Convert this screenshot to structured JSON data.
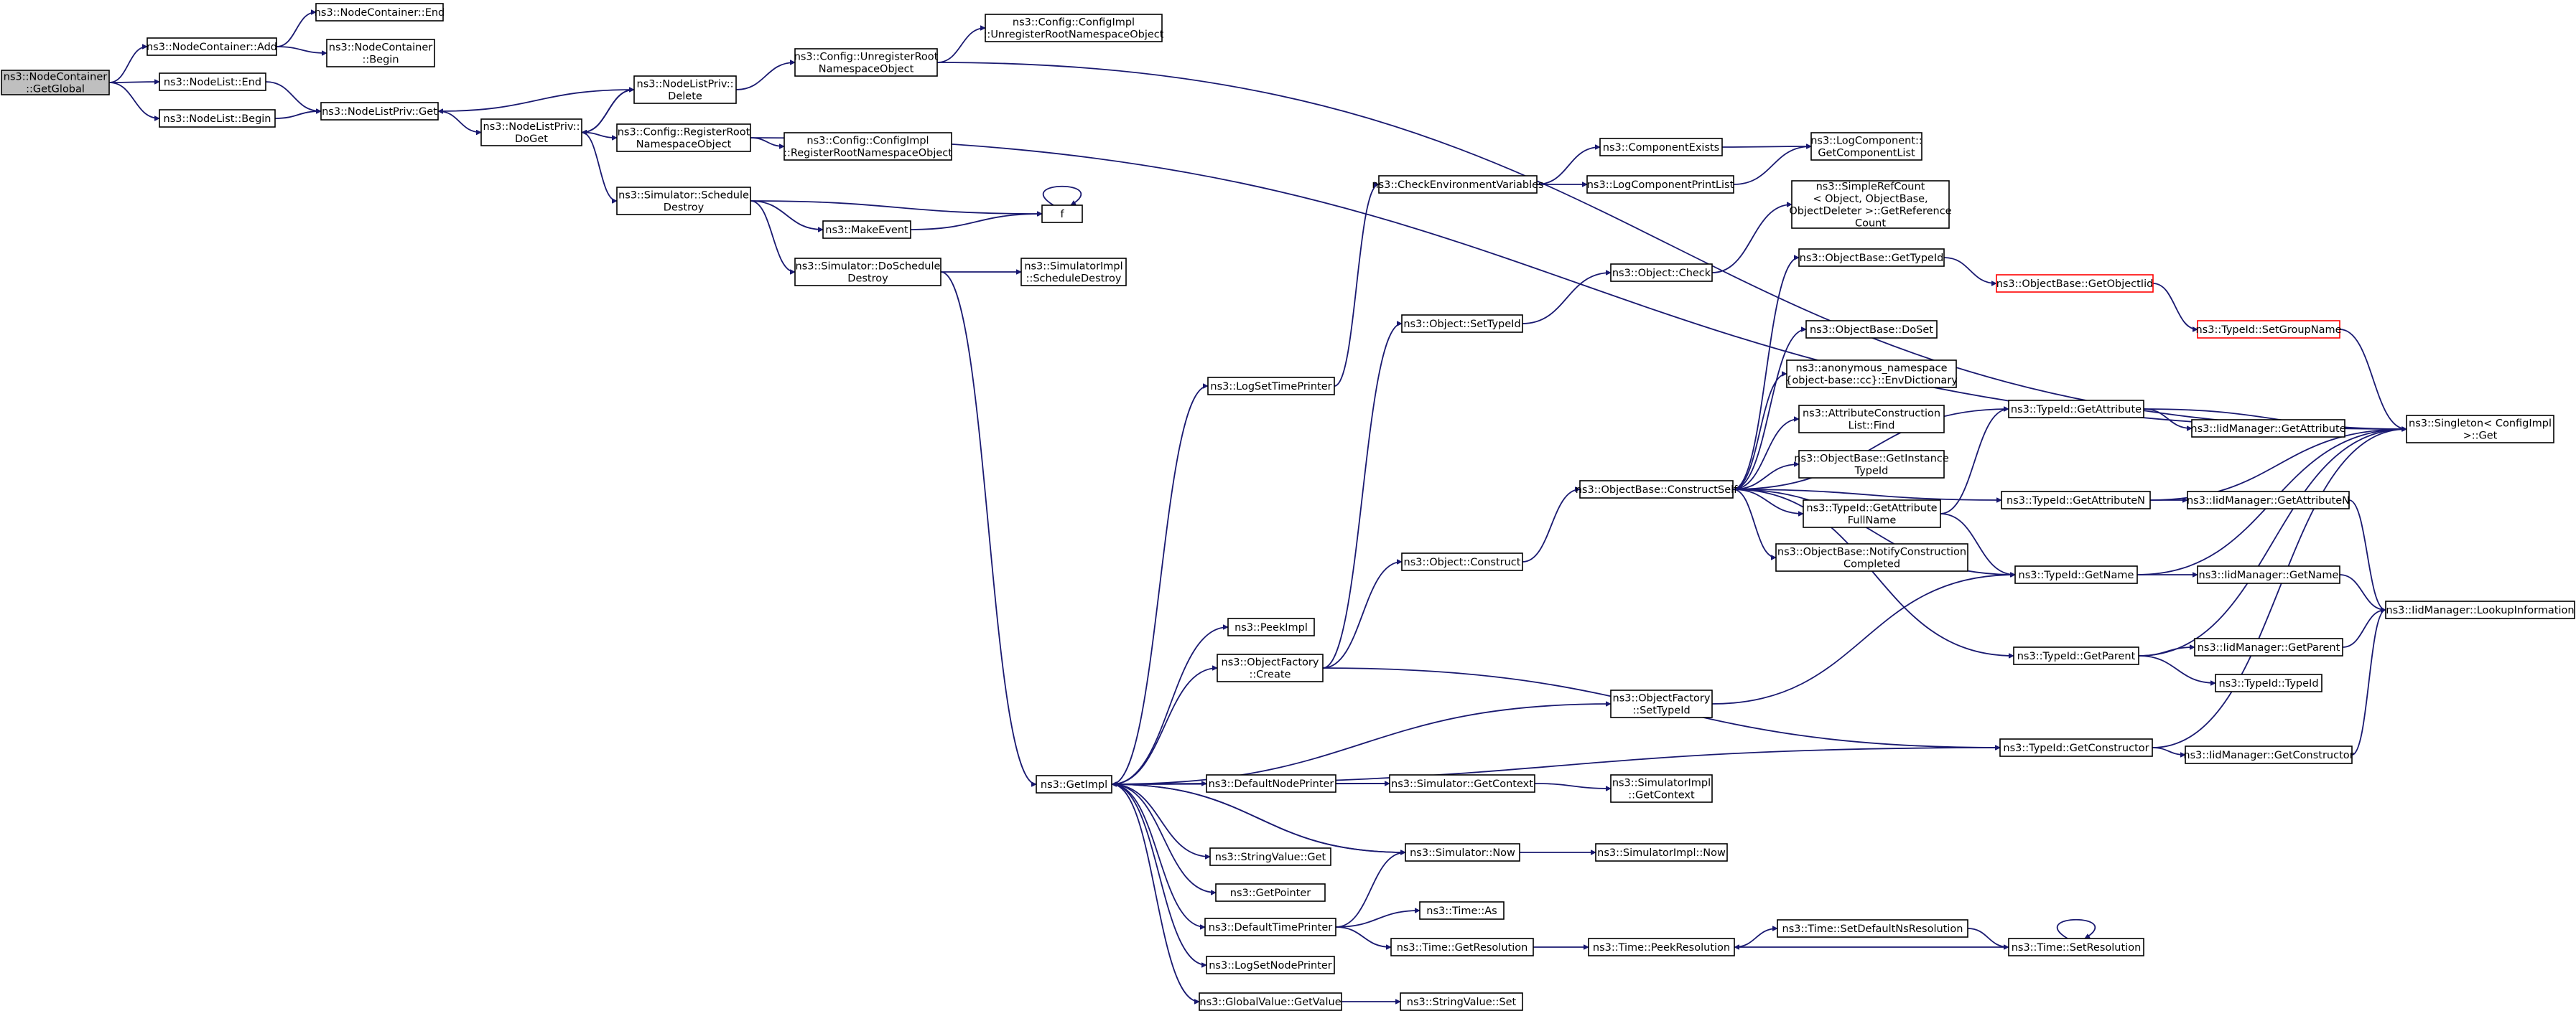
{
  "nodes": [
    {
      "id": "getglobal",
      "lines": [
        "ns3::NodeContainer",
        "::GetGlobal"
      ],
      "style": "root"
    },
    {
      "id": "nc_add",
      "lines": [
        "ns3::NodeContainer::Add"
      ],
      "style": "normal"
    },
    {
      "id": "nc_end",
      "lines": [
        "ns3::NodeContainer::End"
      ],
      "style": "normal"
    },
    {
      "id": "nc_begin",
      "lines": [
        "ns3::NodeContainer",
        "::Begin"
      ],
      "style": "normal"
    },
    {
      "id": "nl_end",
      "lines": [
        "ns3::NodeList::End"
      ],
      "style": "normal"
    },
    {
      "id": "nl_begin",
      "lines": [
        "ns3::NodeList::Begin"
      ],
      "style": "normal"
    },
    {
      "id": "nlp_get",
      "lines": [
        "ns3::NodeListPriv::Get"
      ],
      "style": "normal"
    },
    {
      "id": "nlp_delete",
      "lines": [
        "ns3::NodeListPriv::",
        "Delete"
      ],
      "style": "normal"
    },
    {
      "id": "nlp_doget",
      "lines": [
        "ns3::NodeListPriv::",
        "DoGet"
      ],
      "style": "normal"
    },
    {
      "id": "cfg_unreg",
      "lines": [
        "ns3::Config::UnregisterRoot",
        "NamespaceObject"
      ],
      "style": "normal"
    },
    {
      "id": "cfgimpl_unreg",
      "lines": [
        "ns3::Config::ConfigImpl",
        "::UnregisterRootNamespaceObject"
      ],
      "style": "normal"
    },
    {
      "id": "cfg_reg",
      "lines": [
        "ns3::Config::RegisterRoot",
        "NamespaceObject"
      ],
      "style": "normal"
    },
    {
      "id": "cfgimpl_reg",
      "lines": [
        "ns3::Config::ConfigImpl",
        "::RegisterRootNamespaceObject"
      ],
      "style": "normal"
    },
    {
      "id": "sim_schedule",
      "lines": [
        "ns3::Simulator::Schedule",
        "Destroy"
      ],
      "style": "normal"
    },
    {
      "id": "f",
      "lines": [
        "f"
      ],
      "style": "normal"
    },
    {
      "id": "makeevent",
      "lines": [
        "ns3::MakeEvent"
      ],
      "style": "normal"
    },
    {
      "id": "sim_doschedule",
      "lines": [
        "ns3::Simulator::DoSchedule",
        "Destroy"
      ],
      "style": "normal"
    },
    {
      "id": "simimpl_sched",
      "lines": [
        "ns3::SimulatorImpl",
        "::ScheduleDestroy"
      ],
      "style": "normal"
    },
    {
      "id": "checkenv",
      "lines": [
        "ns3::CheckEnvironmentVariables"
      ],
      "style": "normal"
    },
    {
      "id": "compexists",
      "lines": [
        "ns3::ComponentExists"
      ],
      "style": "normal"
    },
    {
      "id": "logcomplist",
      "lines": [
        "ns3::LogComponent::",
        "GetComponentList"
      ],
      "style": "normal"
    },
    {
      "id": "logcompprint",
      "lines": [
        "ns3::LogComponentPrintList"
      ],
      "style": "normal"
    },
    {
      "id": "simplerefcount",
      "lines": [
        "ns3::SimpleRefCount",
        "< Object, ObjectBase,",
        "ObjectDeleter >::GetReference",
        "Count"
      ],
      "style": "normal"
    },
    {
      "id": "obj_check",
      "lines": [
        "ns3::Object::Check"
      ],
      "style": "normal"
    },
    {
      "id": "ob_gettypeid",
      "lines": [
        "ns3::ObjectBase::GetTypeId"
      ],
      "style": "normal"
    },
    {
      "id": "ob_getobjectiid",
      "lines": [
        "ns3::ObjectBase::GetObjectIid"
      ],
      "style": "red"
    },
    {
      "id": "tid_setgroup",
      "lines": [
        "ns3::TypeId::SetGroupName"
      ],
      "style": "red"
    },
    {
      "id": "obj_settypeid",
      "lines": [
        "ns3::Object::SetTypeId"
      ],
      "style": "normal"
    },
    {
      "id": "ob_doset",
      "lines": [
        "ns3::ObjectBase::DoSet"
      ],
      "style": "normal"
    },
    {
      "id": "envdict",
      "lines": [
        "ns3::anonymous_namespace",
        "{object-base::cc}::EnvDictionary"
      ],
      "style": "normal"
    },
    {
      "id": "logsettime",
      "lines": [
        "ns3::LogSetTimePrinter"
      ],
      "style": "normal"
    },
    {
      "id": "attrconst",
      "lines": [
        "ns3::AttributeConstruction",
        "List::Find"
      ],
      "style": "normal"
    },
    {
      "id": "tid_getattr",
      "lines": [
        "ns3::TypeId::GetAttribute"
      ],
      "style": "normal"
    },
    {
      "id": "singleton",
      "lines": [
        "ns3::Singleton< ConfigImpl",
        ">::Get"
      ],
      "style": "normal"
    },
    {
      "id": "iid_getattr",
      "lines": [
        "ns3::IidManager::GetAttribute"
      ],
      "style": "normal"
    },
    {
      "id": "ob_getinst",
      "lines": [
        "ns3::ObjectBase::GetInstance",
        "TypeId"
      ],
      "style": "normal"
    },
    {
      "id": "ob_construct",
      "lines": [
        "ns3::ObjectBase::ConstructSelf"
      ],
      "style": "normal"
    },
    {
      "id": "tid_getattrfull",
      "lines": [
        "ns3::TypeId::GetAttribute",
        "FullName"
      ],
      "style": "normal"
    },
    {
      "id": "tid_getattrn",
      "lines": [
        "ns3::TypeId::GetAttributeN"
      ],
      "style": "normal"
    },
    {
      "id": "iid_getattrn",
      "lines": [
        "ns3::IidManager::GetAttributeN"
      ],
      "style": "normal"
    },
    {
      "id": "obj_construct",
      "lines": [
        "ns3::Object::Construct"
      ],
      "style": "normal"
    },
    {
      "id": "ob_notify",
      "lines": [
        "ns3::ObjectBase::NotifyConstruction",
        "Completed"
      ],
      "style": "normal"
    },
    {
      "id": "tid_getname",
      "lines": [
        "ns3::TypeId::GetName"
      ],
      "style": "normal"
    },
    {
      "id": "iid_getname",
      "lines": [
        "ns3::IidManager::GetName"
      ],
      "style": "normal"
    },
    {
      "id": "iid_lookup",
      "lines": [
        "ns3::IidManager::LookupInformation"
      ],
      "style": "normal"
    },
    {
      "id": "peekimpl",
      "lines": [
        "ns3::PeekImpl"
      ],
      "style": "normal"
    },
    {
      "id": "objfactory_create",
      "lines": [
        "ns3::ObjectFactory",
        "::Create"
      ],
      "style": "normal"
    },
    {
      "id": "tid_getparent",
      "lines": [
        "ns3::TypeId::GetParent"
      ],
      "style": "normal"
    },
    {
      "id": "iid_getparent",
      "lines": [
        "ns3::IidManager::GetParent"
      ],
      "style": "normal"
    },
    {
      "id": "tid_typeid",
      "lines": [
        "ns3::TypeId::TypeId"
      ],
      "style": "normal"
    },
    {
      "id": "objfactory_settypeid",
      "lines": [
        "ns3::ObjectFactory",
        "::SetTypeId"
      ],
      "style": "normal"
    },
    {
      "id": "tid_getctor",
      "lines": [
        "ns3::TypeId::GetConstructor"
      ],
      "style": "normal"
    },
    {
      "id": "iid_getctor",
      "lines": [
        "ns3::IidManager::GetConstructor"
      ],
      "style": "normal"
    },
    {
      "id": "getimpl",
      "lines": [
        "ns3::GetImpl"
      ],
      "style": "normal"
    },
    {
      "id": "defnodeprinter",
      "lines": [
        "ns3::DefaultNodePrinter"
      ],
      "style": "normal"
    },
    {
      "id": "sim_getctx",
      "lines": [
        "ns3::Simulator::GetContext"
      ],
      "style": "normal"
    },
    {
      "id": "simimpl_getctx",
      "lines": [
        "ns3::SimulatorImpl",
        "::GetContext"
      ],
      "style": "normal"
    },
    {
      "id": "stringvalue_get",
      "lines": [
        "ns3::StringValue::Get"
      ],
      "style": "normal"
    },
    {
      "id": "sim_now",
      "lines": [
        "ns3::Simulator::Now"
      ],
      "style": "normal"
    },
    {
      "id": "simimpl_now",
      "lines": [
        "ns3::SimulatorImpl::Now"
      ],
      "style": "normal"
    },
    {
      "id": "getpointer",
      "lines": [
        "ns3::GetPointer"
      ],
      "style": "normal"
    },
    {
      "id": "time_as",
      "lines": [
        "ns3::Time::As"
      ],
      "style": "normal"
    },
    {
      "id": "deftimeprinter",
      "lines": [
        "ns3::DefaultTimePrinter"
      ],
      "style": "normal"
    },
    {
      "id": "time_setdefns",
      "lines": [
        "ns3::Time::SetDefaultNsResolution"
      ],
      "style": "normal"
    },
    {
      "id": "time_getres",
      "lines": [
        "ns3::Time::GetResolution"
      ],
      "style": "normal"
    },
    {
      "id": "time_peekres",
      "lines": [
        "ns3::Time::PeekResolution"
      ],
      "style": "normal"
    },
    {
      "id": "time_setres",
      "lines": [
        "ns3::Time::SetResolution"
      ],
      "style": "normal"
    },
    {
      "id": "logsetnode",
      "lines": [
        "ns3::LogSetNodePrinter"
      ],
      "style": "normal"
    },
    {
      "id": "gv_getvalue",
      "lines": [
        "ns3::GlobalValue::GetValue"
      ],
      "style": "normal"
    },
    {
      "id": "stringvalue_set",
      "lines": [
        "ns3::StringValue::Set"
      ],
      "style": "normal"
    }
  ],
  "edges": [
    [
      "getglobal",
      "nc_add"
    ],
    [
      "getglobal",
      "nl_end"
    ],
    [
      "getglobal",
      "nl_begin"
    ],
    [
      "nc_add",
      "nc_end"
    ],
    [
      "nc_add",
      "nc_begin"
    ],
    [
      "nl_end",
      "nlp_get"
    ],
    [
      "nl_begin",
      "nlp_get"
    ],
    [
      "nlp_get",
      "nlp_doget"
    ],
    [
      "nlp_delete",
      "nlp_get"
    ],
    [
      "nlp_doget",
      "nlp_delete"
    ],
    [
      "nlp_delete",
      "nlp_doget"
    ],
    [
      "nlp_delete",
      "cfg_unreg"
    ],
    [
      "cfg_unreg",
      "cfgimpl_unreg"
    ],
    [
      "cfg_unreg",
      "singleton"
    ],
    [
      "nlp_doget",
      "cfg_reg"
    ],
    [
      "cfg_reg",
      "cfgimpl_reg"
    ],
    [
      "cfg_reg",
      "singleton"
    ],
    [
      "nlp_doget",
      "sim_schedule"
    ],
    [
      "sim_schedule",
      "f"
    ],
    [
      "sim_schedule",
      "makeevent"
    ],
    [
      "sim_schedule",
      "sim_doschedule"
    ],
    [
      "makeevent",
      "f"
    ],
    [
      "f",
      "f"
    ],
    [
      "sim_doschedule",
      "simimpl_sched"
    ],
    [
      "sim_doschedule",
      "getimpl"
    ],
    [
      "getimpl",
      "logsettime"
    ],
    [
      "getimpl",
      "peekimpl"
    ],
    [
      "getimpl",
      "objfactory_create"
    ],
    [
      "getimpl",
      "defnodeprinter"
    ],
    [
      "getimpl",
      "stringvalue_get"
    ],
    [
      "getimpl",
      "getpointer"
    ],
    [
      "getimpl",
      "deftimeprinter"
    ],
    [
      "getimpl",
      "logsetnode"
    ],
    [
      "getimpl",
      "gv_getvalue"
    ],
    [
      "getimpl",
      "objfactory_settypeid"
    ],
    [
      "getimpl",
      "tid_getctor"
    ],
    [
      "getimpl",
      "sim_now"
    ],
    [
      "sim_getctx",
      "getimpl"
    ],
    [
      "sim_now",
      "getimpl"
    ],
    [
      "logsettime",
      "checkenv"
    ],
    [
      "checkenv",
      "compexists"
    ],
    [
      "checkenv",
      "logcompprint"
    ],
    [
      "compexists",
      "logcomplist"
    ],
    [
      "logcompprint",
      "logcomplist"
    ],
    [
      "objfactory_create",
      "obj_settypeid"
    ],
    [
      "objfactory_create",
      "obj_construct"
    ],
    [
      "objfactory_create",
      "tid_getctor"
    ],
    [
      "obj_settypeid",
      "obj_check"
    ],
    [
      "obj_check",
      "simplerefcount"
    ],
    [
      "obj_construct",
      "ob_construct"
    ],
    [
      "ob_construct",
      "ob_gettypeid"
    ],
    [
      "ob_construct",
      "ob_doset"
    ],
    [
      "ob_construct",
      "envdict"
    ],
    [
      "ob_construct",
      "attrconst"
    ],
    [
      "ob_construct",
      "ob_getinst"
    ],
    [
      "ob_construct",
      "tid_getattrfull"
    ],
    [
      "ob_construct",
      "ob_notify"
    ],
    [
      "ob_construct",
      "tid_getattr"
    ],
    [
      "ob_construct",
      "tid_getattrn"
    ],
    [
      "ob_construct",
      "tid_getname"
    ],
    [
      "ob_construct",
      "tid_getparent"
    ],
    [
      "ob_gettypeid",
      "ob_getobjectiid"
    ],
    [
      "ob_getobjectiid",
      "tid_setgroup"
    ],
    [
      "tid_setgroup",
      "singleton"
    ],
    [
      "tid_getattrfull",
      "tid_getattr"
    ],
    [
      "tid_getattrfull",
      "tid_getname"
    ],
    [
      "tid_getattr",
      "singleton"
    ],
    [
      "tid_getattr",
      "iid_getattr"
    ],
    [
      "tid_getattrn",
      "singleton"
    ],
    [
      "tid_getattrn",
      "iid_getattrn"
    ],
    [
      "iid_getattrn",
      "iid_lookup"
    ],
    [
      "tid_getname",
      "singleton"
    ],
    [
      "tid_getname",
      "iid_getname"
    ],
    [
      "iid_getname",
      "iid_lookup"
    ],
    [
      "tid_getparent",
      "singleton"
    ],
    [
      "tid_getparent",
      "iid_getparent"
    ],
    [
      "tid_getparent",
      "tid_typeid"
    ],
    [
      "iid_getparent",
      "iid_lookup"
    ],
    [
      "objfactory_settypeid",
      "tid_getname"
    ],
    [
      "tid_getctor",
      "singleton"
    ],
    [
      "tid_getctor",
      "iid_getctor"
    ],
    [
      "iid_getctor",
      "iid_lookup"
    ],
    [
      "defnodeprinter",
      "sim_getctx"
    ],
    [
      "sim_getctx",
      "simimpl_getctx"
    ],
    [
      "sim_now",
      "simimpl_now"
    ],
    [
      "deftimeprinter",
      "sim_now"
    ],
    [
      "deftimeprinter",
      "time_as"
    ],
    [
      "deftimeprinter",
      "time_getres"
    ],
    [
      "time_getres",
      "time_peekres"
    ],
    [
      "time_peekres",
      "time_setdefns"
    ],
    [
      "time_setdefns",
      "time_setres"
    ],
    [
      "time_setres",
      "time_peekres"
    ],
    [
      "time_setres",
      "time_setres"
    ],
    [
      "gv_getvalue",
      "stringvalue_set"
    ]
  ]
}
